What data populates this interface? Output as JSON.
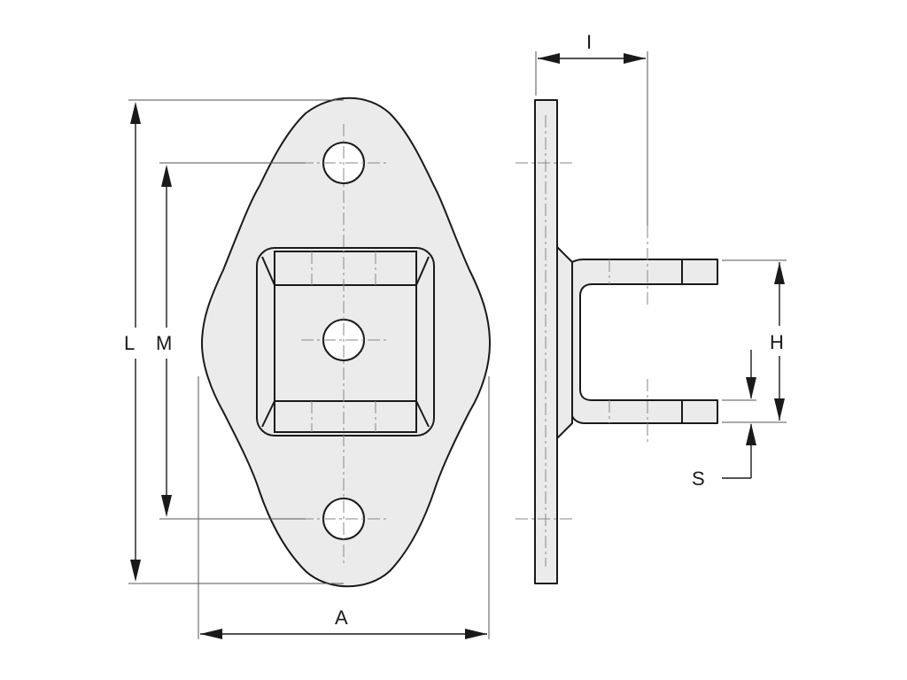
{
  "dimensions": {
    "L": "L",
    "M": "M",
    "A": "A",
    "I": "I",
    "H": "H",
    "S": "S"
  }
}
